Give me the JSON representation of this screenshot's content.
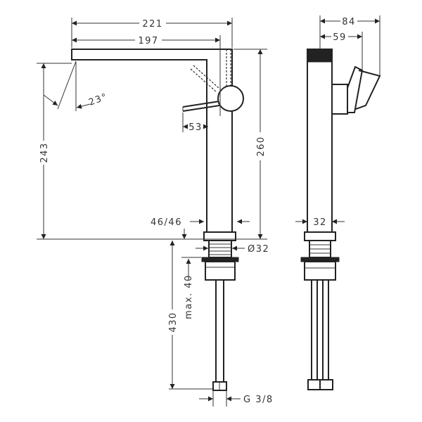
{
  "title": "Faucet technical drawing",
  "front_view": {
    "width_total": "221",
    "spout_reach": "197",
    "spout_angle": "23°",
    "lever_offset": "53",
    "spout_height": "243",
    "total_height": "260",
    "base_diameter": "46/46",
    "thread_diameter": "Ø32",
    "max_mounting": "max. 40",
    "hose_length": "430",
    "connection": "G 3/8"
  },
  "side_view": {
    "depth_total": "84",
    "depth_handle": "59",
    "body_width": "32"
  }
}
